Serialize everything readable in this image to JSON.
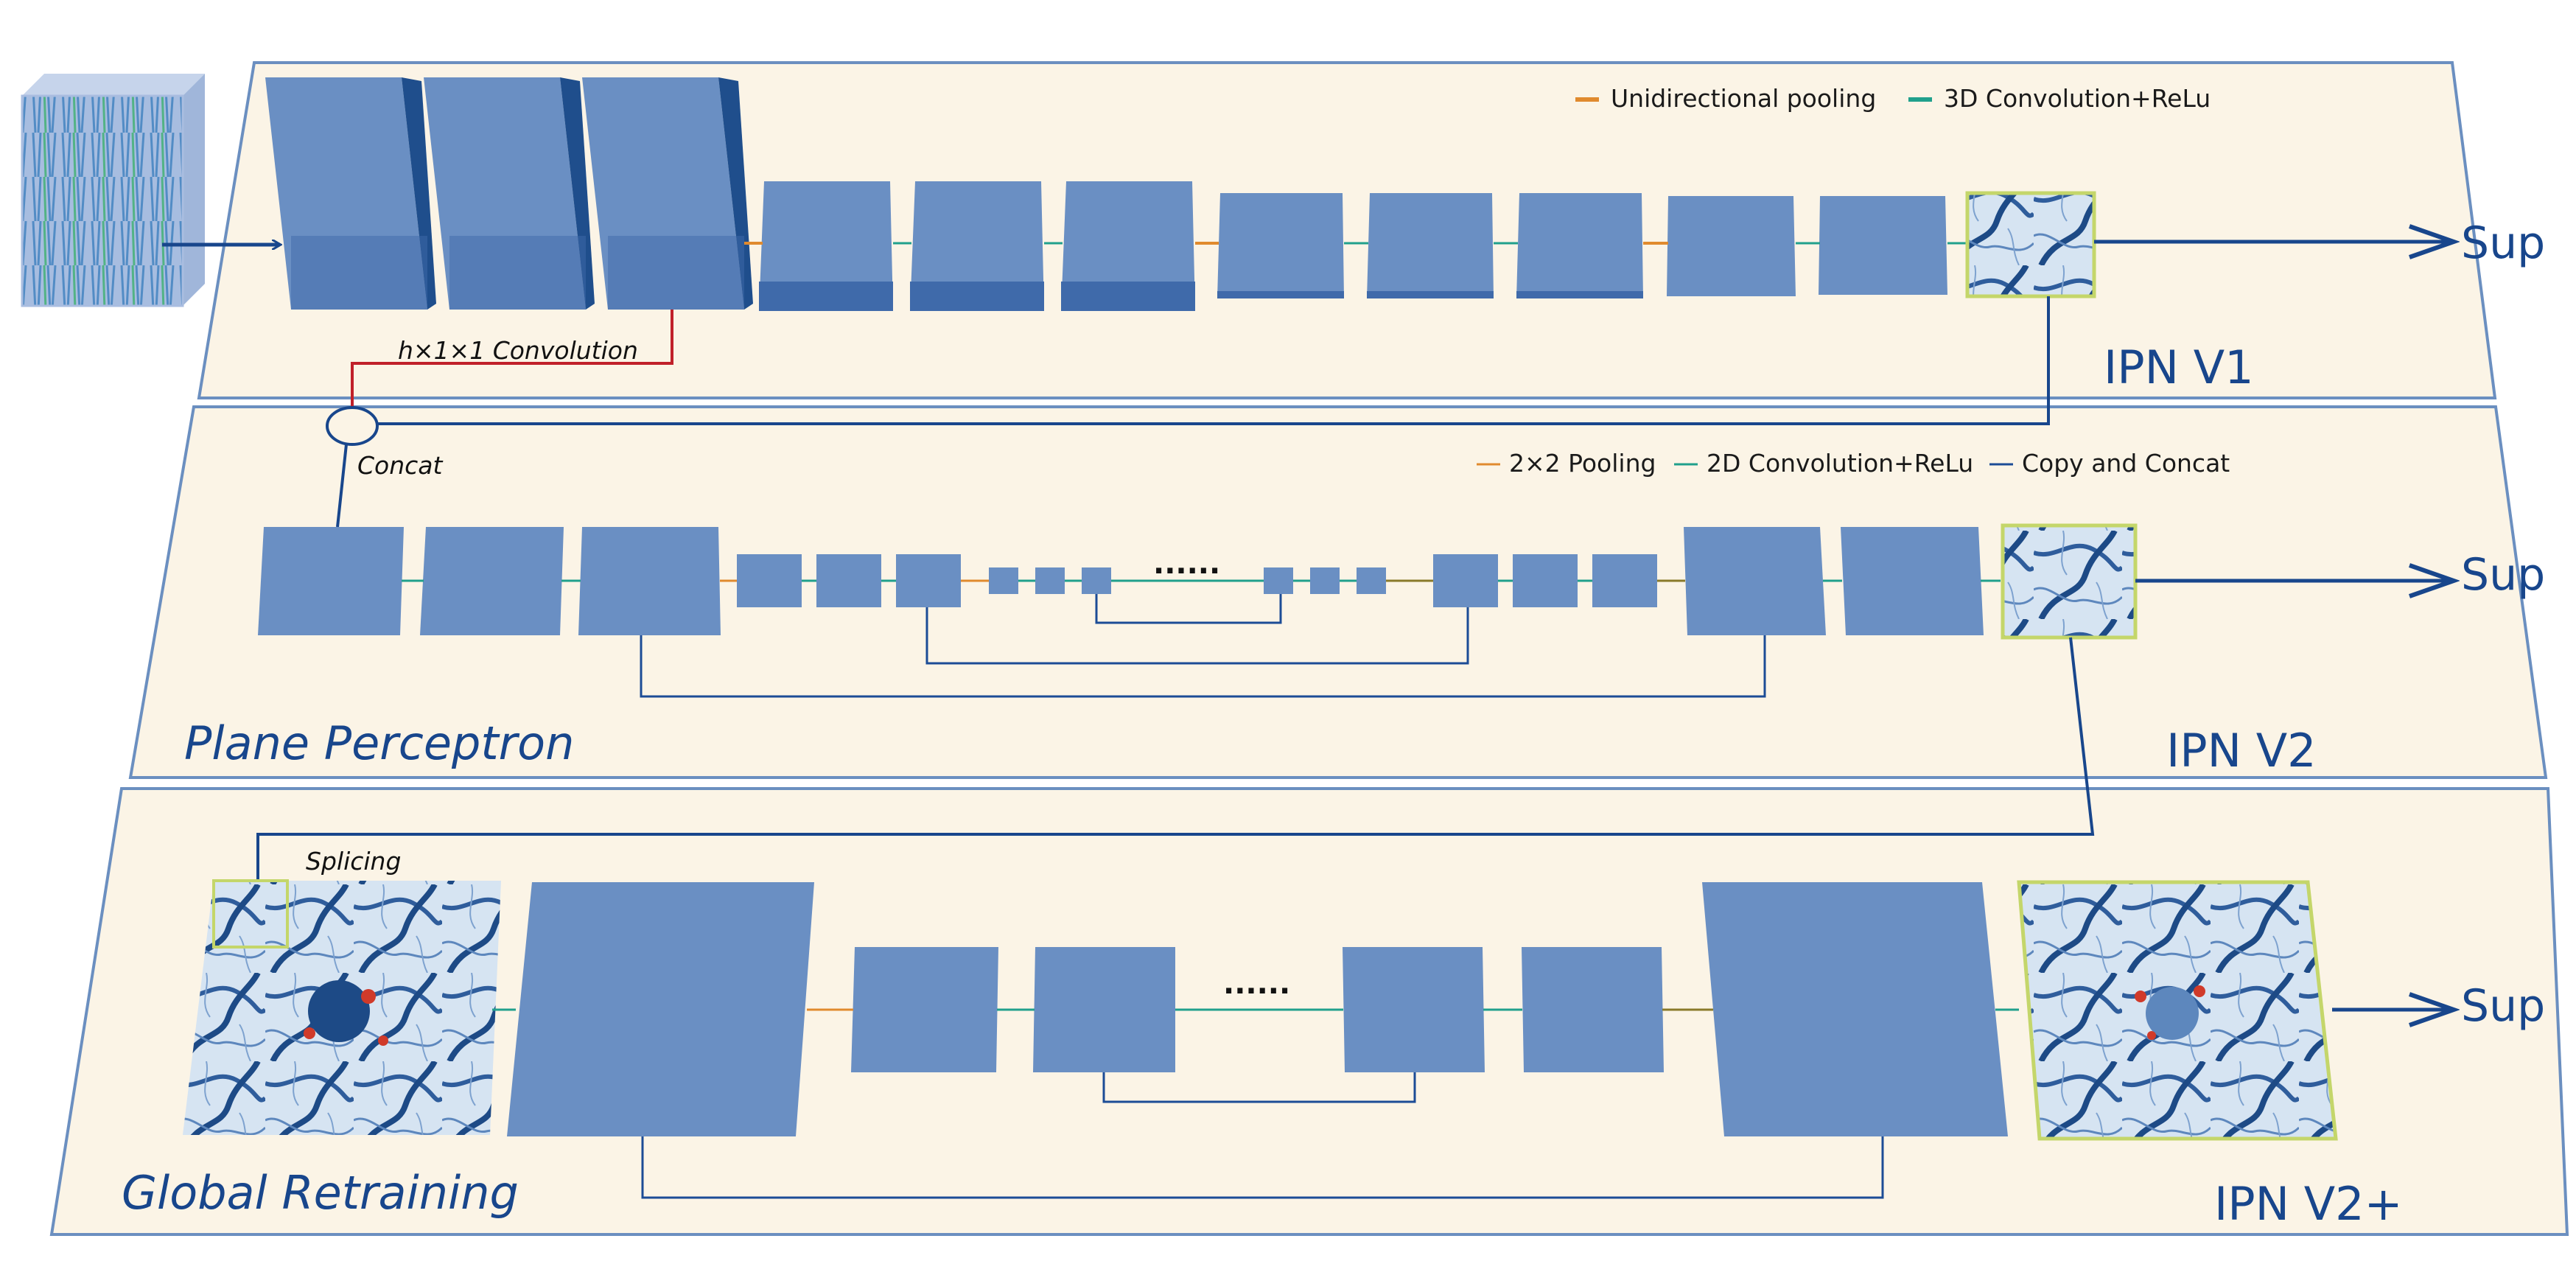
{
  "panels": {
    "v1": {
      "name": "IPN V1",
      "legend": [
        "Unidirectional pooling",
        "3D Convolution+ReLu"
      ],
      "convolution_label": "h×1×1 Convolution",
      "output": "Sup"
    },
    "v2": {
      "name": "IPN V2",
      "section_title": "Plane Perceptron",
      "legend": [
        "2×2 Pooling",
        "2D Convolution+ReLu",
        "Copy and Concat"
      ],
      "concat_label": "Concat",
      "ellipsis": "......",
      "output": "Sup"
    },
    "v2plus": {
      "name": "IPN V2+",
      "section_title": "Global Retraining",
      "splicing_label": "Splicing",
      "ellipsis": "......",
      "output": "Sup"
    }
  },
  "colors": {
    "panel_fill": "#fbf4e6",
    "panel_border": "#6b8fc0",
    "block": "#6a8fc3",
    "block_dark": "#2f5d9c",
    "pool_line": "#e08a2e",
    "conv_line": "#20a08c",
    "copy_line": "#1c4c96",
    "red_line": "#c0202a",
    "image_border": "#c4d66a"
  }
}
